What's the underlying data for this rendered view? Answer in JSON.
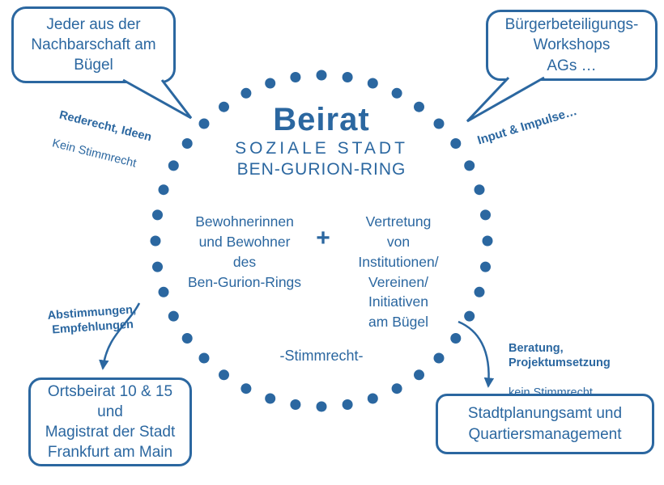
{
  "colors": {
    "blue": "#2b67a0"
  },
  "center": {
    "title": "Beirat",
    "subtitle1": "SOZIALE STADT",
    "subtitle2": "BEN-GURION-RING",
    "left_group": "Bewohnerinnen\nund Bewohner\ndes\nBen-Gurion-Rings",
    "plus": "+",
    "right_group": "Vertretung\nvon\nInstitutionen/\nVereinen/\nInitiativen\nam Bügel",
    "bottom_note": "-Stimmrecht-"
  },
  "bubbles": {
    "top_left": {
      "text": "Jeder aus der\nNachbarschaft am\nBügel"
    },
    "top_right": {
      "text": "Bürgerbeteiligungs-\nWorkshops\nAGs …"
    },
    "bottom_left": {
      "text": "Ortsbeirat 10 & 15\nund\nMagistrat der Stadt\nFrankfurt am Main"
    },
    "bottom_right": {
      "text": "Stadtplanungsamt und\nQuartiersmanagement"
    }
  },
  "annotations": {
    "top_left": {
      "bold": "Rederecht, Ideen",
      "regular": "Kein Stimmrecht"
    },
    "top_right": {
      "bold": "Input & Impulse…"
    },
    "bottom_left": {
      "bold": "Abstimmungen,\nEmpfehlungen"
    },
    "bottom_right": {
      "bold": "Beratung,\nProjektumsetzung",
      "regular": "kein Stimmrecht"
    }
  }
}
